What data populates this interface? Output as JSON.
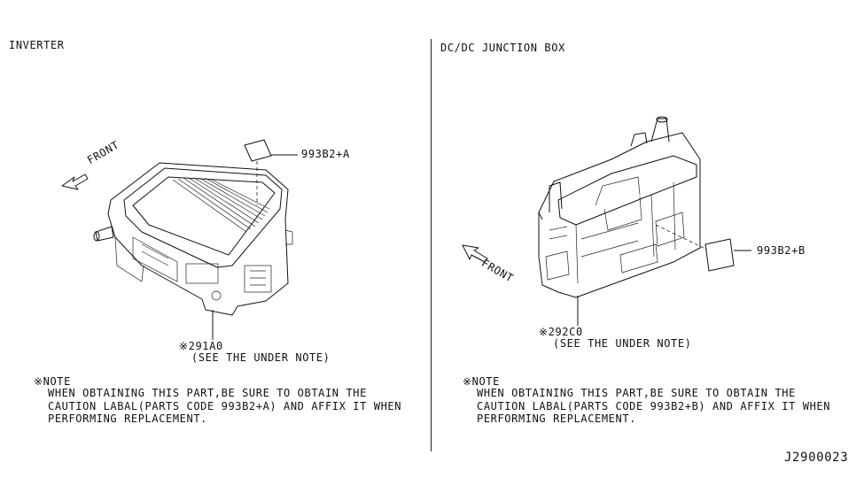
{
  "left": {
    "section_title": "INVERTER",
    "front_label": "FRONT",
    "label_part": "993B2+A",
    "part_code": "※291A0",
    "part_note_ref": "(SEE THE UNDER NOTE)",
    "note_heading": "※NOTE",
    "note_lines": [
      "WHEN OBTAINING THIS PART,BE SURE TO OBTAIN THE",
      "CAUTION LABAL(PARTS CODE 993B2+A) AND AFFIX IT WHEN",
      "PERFORMING REPLACEMENT."
    ]
  },
  "right": {
    "section_title": "DC/DC JUNCTION BOX",
    "front_label": "FRONT",
    "label_part": "993B2+B",
    "part_code": "※292C0",
    "part_note_ref": "(SEE THE UNDER NOTE)",
    "note_heading": "※NOTE",
    "note_lines": [
      "WHEN OBTAINING THIS PART,BE SURE TO OBTAIN THE",
      "CAUTION LABAL(PARTS CODE 993B2+B) AND AFFIX IT WHEN",
      "PERFORMING REPLACEMENT."
    ]
  },
  "diagram_id": "J2900023"
}
